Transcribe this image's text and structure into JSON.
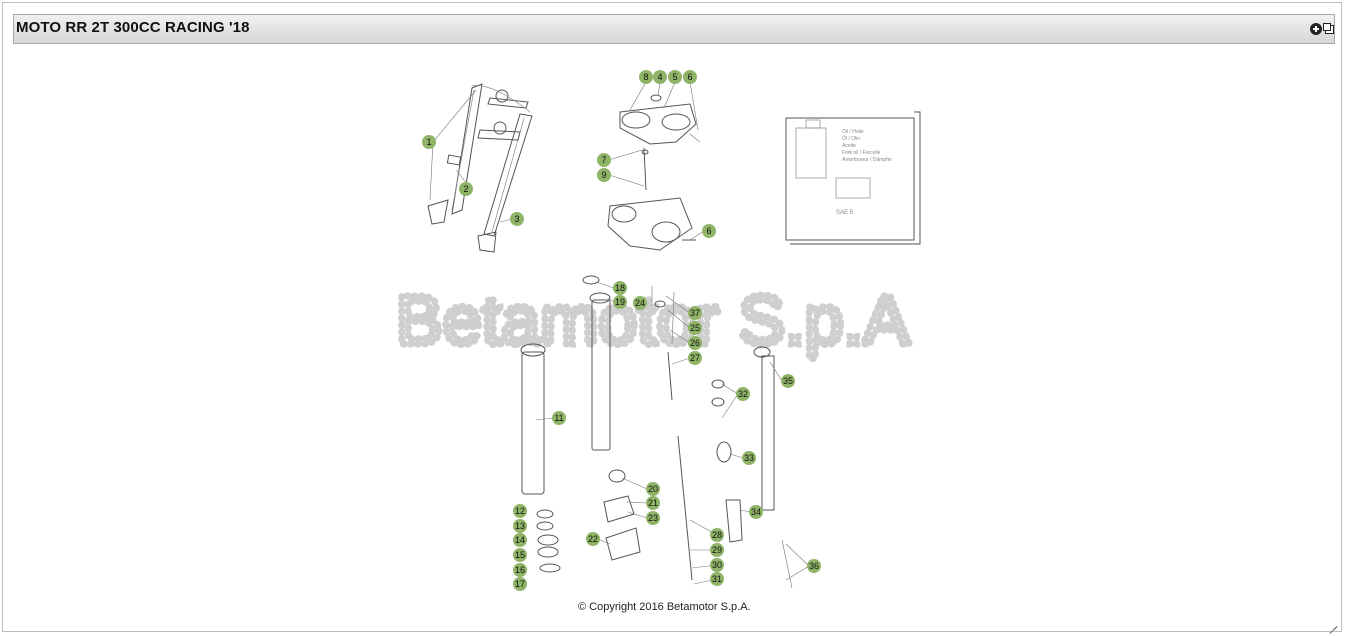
{
  "panel": {
    "title": "MOTO RR 2T 300CC RACING '18",
    "icons": {
      "expand": "plus-circle-icon",
      "popout": "popout-window-icon"
    }
  },
  "diagram": {
    "watermark": "Betamotor S.p.A",
    "label_color": "#8fb467",
    "part_labels": [
      "1",
      "2",
      "3",
      "4",
      "5",
      "6",
      "6",
      "7",
      "8",
      "9",
      "11",
      "12",
      "13",
      "14",
      "15",
      "16",
      "17",
      "18",
      "19",
      "20",
      "21",
      "22",
      "23",
      "24",
      "25",
      "26",
      "27",
      "28",
      "29",
      "30",
      "31",
      "32",
      "33",
      "34",
      "35",
      "36",
      "37"
    ],
    "manual_card_lines": [
      "Oil / Huile",
      "Öl / Olio",
      "Aceite",
      "Fork oil / Forcelle",
      "Amortisseur / Dämpfer"
    ],
    "manual_card_code": "SAE 5"
  },
  "footer": {
    "copyright": "© Copyright 2016 Betamotor S.p.A."
  }
}
